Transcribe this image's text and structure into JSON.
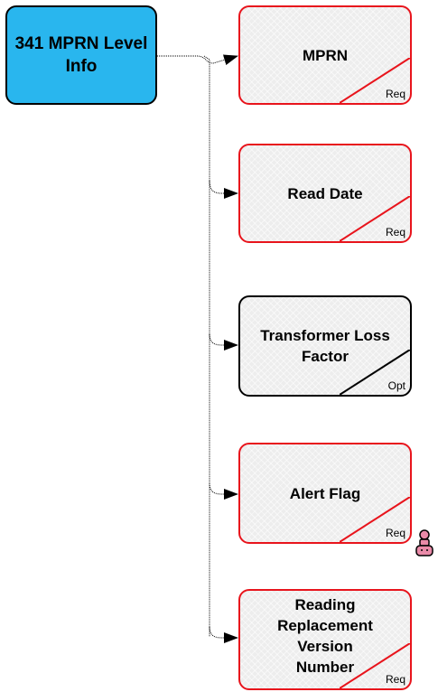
{
  "root": {
    "label_line1": "341 MPRN Level",
    "label_line2": "Info"
  },
  "fields": [
    {
      "label": "MPRN",
      "requirement": "Req",
      "mandatory": true
    },
    {
      "label": "Read Date",
      "requirement": "Req",
      "mandatory": true
    },
    {
      "label_line1": "Transformer Loss",
      "label_line2": "Factor",
      "requirement": "Opt",
      "mandatory": false
    },
    {
      "label": "Alert Flag",
      "requirement": "Req",
      "mandatory": true
    },
    {
      "label_line1": "Reading",
      "label_line2": "Replacement",
      "label_line3": "Version",
      "label_line4": "Number",
      "requirement": "Req",
      "mandatory": true
    }
  ],
  "colors": {
    "root_fill": "#29b6ee",
    "mandatory_border": "#e8141c",
    "optional_border": "#000000",
    "field_fill": "#ededed"
  },
  "icons": [
    "user-icon"
  ]
}
